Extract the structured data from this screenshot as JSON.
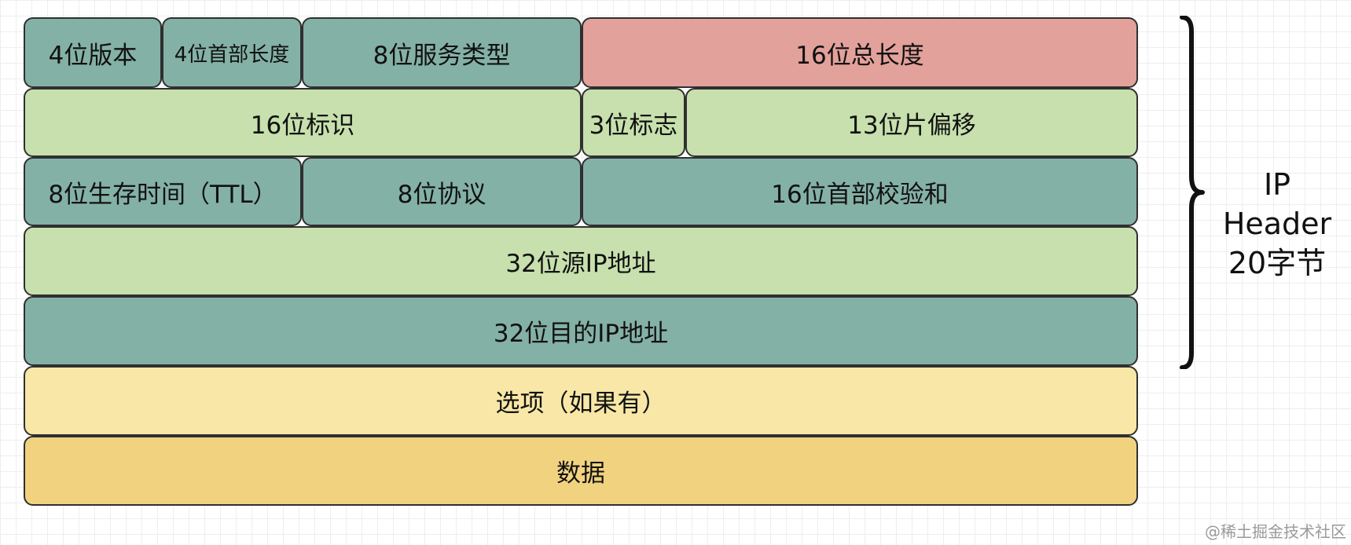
{
  "header_rows": {
    "row1": {
      "version": "4位版本",
      "header_length": "4位首部长度",
      "service_type": "8位服务类型",
      "total_length": "16位总长度"
    },
    "row2": {
      "identification": "16位标识",
      "flags": "3位标志",
      "fragment_offset": "13位片偏移"
    },
    "row3": {
      "ttl": "8位生存时间（TTL）",
      "protocol": "8位协议",
      "checksum": "16位首部校验和"
    },
    "row4": {
      "source_ip": "32位源IP地址"
    },
    "row5": {
      "dest_ip": "32位目的IP地址"
    },
    "row6": {
      "options": "选项（如果有）"
    },
    "row7": {
      "data": "数据"
    }
  },
  "brace_label": {
    "line1": "IP",
    "line2": "Header",
    "line3": "20字节"
  },
  "watermark": "@稀土掘金技术社区",
  "colors": {
    "teal": "#84b1a5",
    "red": "#e3a19b",
    "light_green": "#c7e0ad",
    "light_yellow": "#f8e7a6",
    "dark_yellow": "#f1d27f"
  }
}
